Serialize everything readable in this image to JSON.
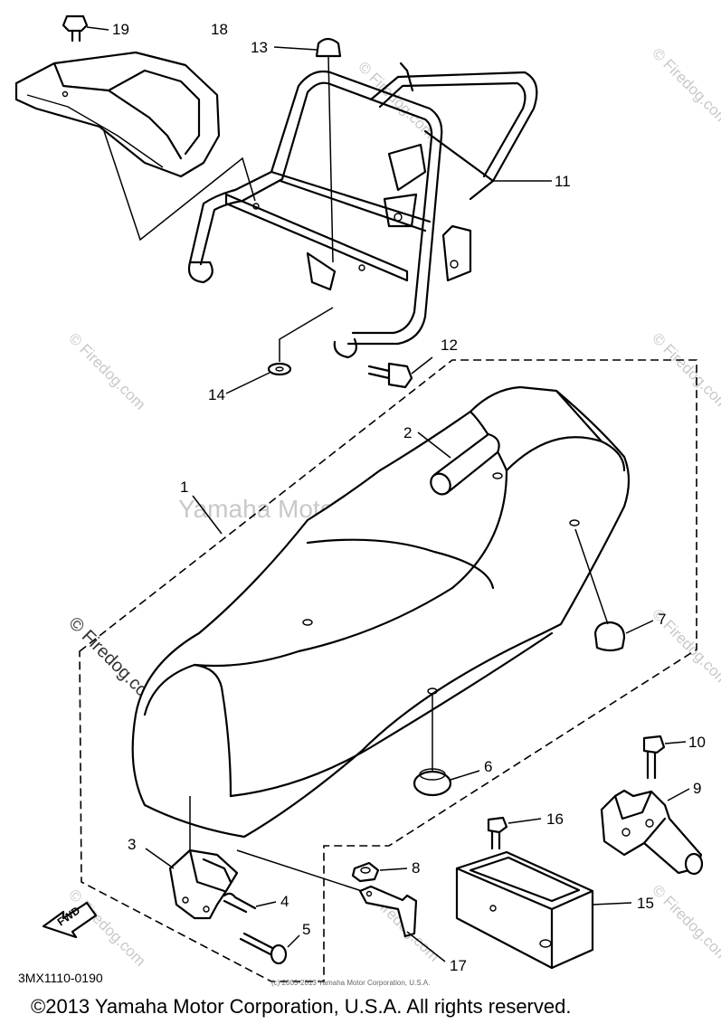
{
  "callouts": {
    "c1": "1",
    "c2": "2",
    "c3": "3",
    "c4": "4",
    "c5": "5",
    "c6": "6",
    "c7": "7",
    "c8": "8",
    "c9": "9",
    "c10": "10",
    "c11": "11",
    "c12": "12",
    "c13": "13",
    "c14": "14",
    "c15": "15",
    "c16": "16",
    "c17": "17",
    "c18": "18",
    "c19": "19"
  },
  "fwd_label": "FWD",
  "diagram_code": "3MX1110-0190",
  "watermarks": {
    "company": "Yamaha Motor Corp. U.S.A.",
    "site": "© Firedog.com"
  },
  "small_notice": "(c) 2003-2013 Yamaha Motor Corporation, U.S.A.",
  "copyright": "©2013 Yamaha Motor Corporation, U.S.A. All rights reserved."
}
